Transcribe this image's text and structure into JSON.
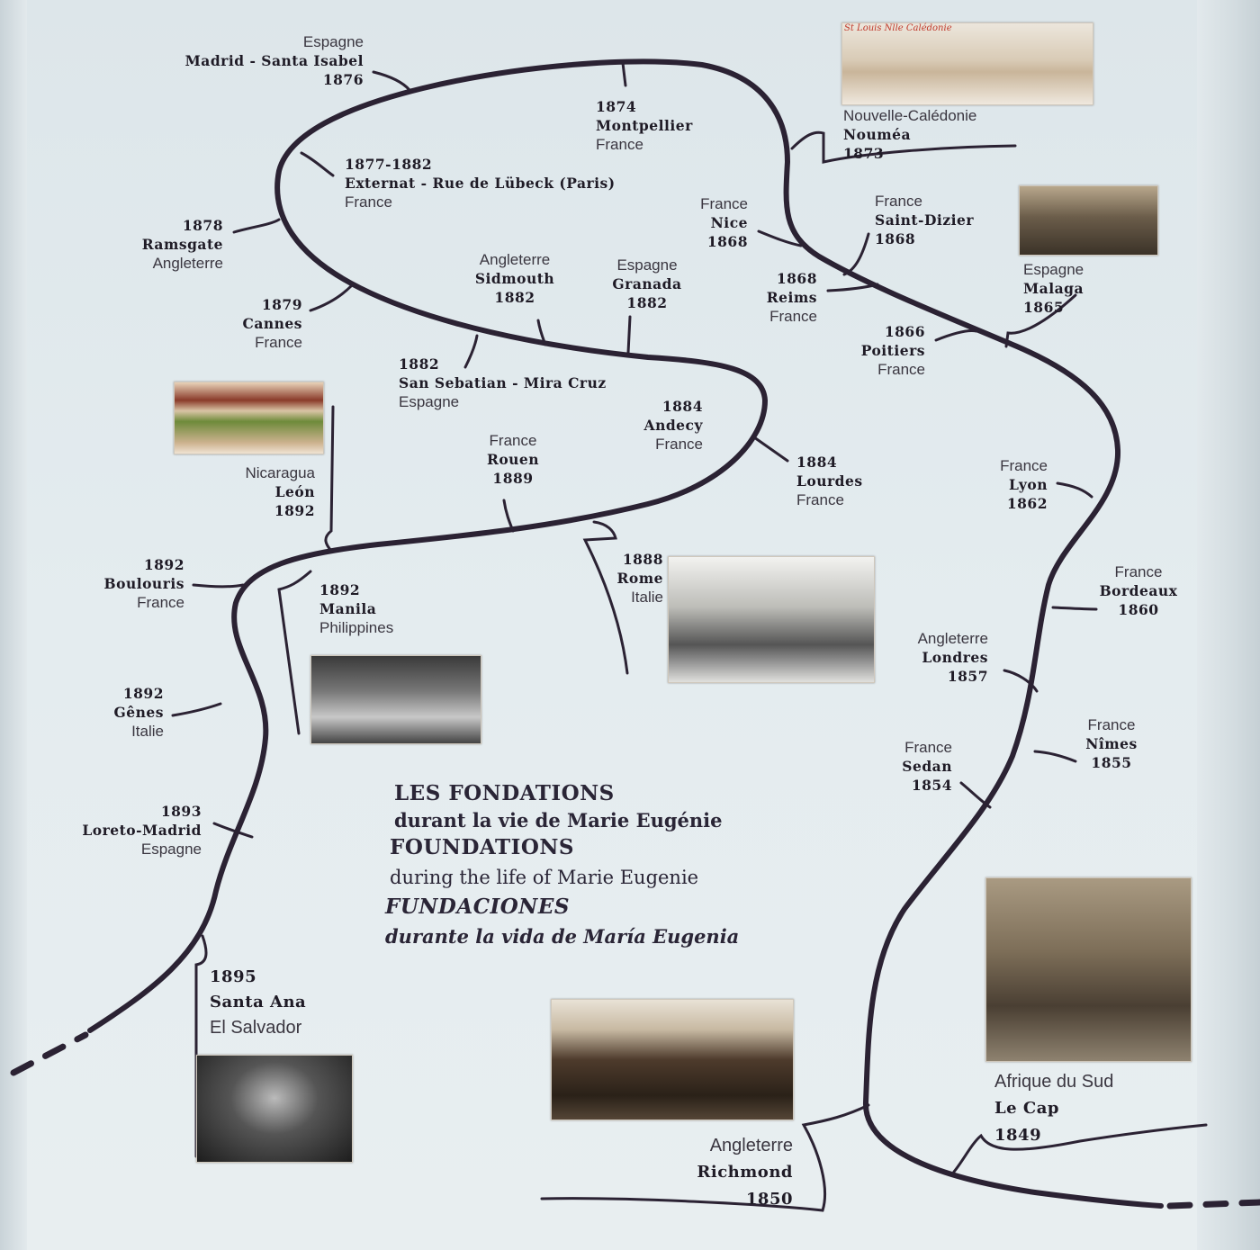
{
  "title": {
    "fr_heading": "LES FONDATIONS",
    "fr_sub": "durant la vie de Marie Eugénie",
    "en_heading": "FOUNDATIONS",
    "en_sub": "during the life of Marie Eugenie",
    "es_heading": "FUNDACIONES",
    "es_sub": "durante la vida de María Eugenia"
  },
  "colors": {
    "path": "#2b2233",
    "background": "#e3eaed",
    "text": "#2a2530"
  },
  "foundations": [
    {
      "country": "Espagne",
      "name": "Madrid - Santa Isabel",
      "year": "1876"
    },
    {
      "country": "France",
      "name": "Montpellier",
      "year": "1874"
    },
    {
      "country": "Nouvelle-Calédonie",
      "name": "Nouméa",
      "year": "1873"
    },
    {
      "country": "France",
      "name": "Externat - Rue de Lübeck (Paris)",
      "year": "1877-1882"
    },
    {
      "country": "Angleterre",
      "name": "Ramsgate",
      "year": "1878"
    },
    {
      "country": "France",
      "name": "Nice",
      "year": "1868"
    },
    {
      "country": "France",
      "name": "Saint-Dizier",
      "year": "1868"
    },
    {
      "country": "Espagne",
      "name": "Malaga",
      "year": "1865"
    },
    {
      "country": "France",
      "name": "Reims",
      "year": "1868"
    },
    {
      "country": "Angleterre",
      "name": "Sidmouth",
      "year": "1882"
    },
    {
      "country": "Espagne",
      "name": "Granada",
      "year": "1882"
    },
    {
      "country": "France",
      "name": "Cannes",
      "year": "1879"
    },
    {
      "country": "France",
      "name": "Poitiers",
      "year": "1866"
    },
    {
      "country": "Espagne",
      "name": "San Sebatian - Mira Cruz",
      "year": "1882"
    },
    {
      "country": "France",
      "name": "Andecy",
      "year": "1884"
    },
    {
      "country": "France",
      "name": "Rouen",
      "year": "1889"
    },
    {
      "country": "France",
      "name": "Lourdes",
      "year": "1884"
    },
    {
      "country": "France",
      "name": "Lyon",
      "year": "1862"
    },
    {
      "country": "Nicaragua",
      "name": "León",
      "year": "1892"
    },
    {
      "country": "France",
      "name": "Boulouris",
      "year": "1892"
    },
    {
      "country": "Italie",
      "name": "Rome",
      "year": "1888"
    },
    {
      "country": "Philippines",
      "name": "Manila",
      "year": "1892"
    },
    {
      "country": "France",
      "name": "Bordeaux",
      "year": "1860"
    },
    {
      "country": "Angleterre",
      "name": "Londres",
      "year": "1857"
    },
    {
      "country": "Italie",
      "name": "Gênes",
      "year": "1892"
    },
    {
      "country": "France",
      "name": "Nîmes",
      "year": "1855"
    },
    {
      "country": "France",
      "name": "Sedan",
      "year": "1854"
    },
    {
      "country": "Espagne",
      "name": "Loreto-Madrid",
      "year": "1893"
    },
    {
      "country": "El Salvador",
      "name": "Santa Ana",
      "year": "1895"
    },
    {
      "country": "Angleterre",
      "name": "Richmond",
      "year": "1850"
    },
    {
      "country": "Afrique du Sud",
      "name": "Le Cap",
      "year": "1849"
    }
  ],
  "photos": [
    {
      "place": "Nouméa",
      "caption": "St Louis Nlle Calédonie"
    },
    {
      "place": "Malaga"
    },
    {
      "place": "León"
    },
    {
      "place": "Rome"
    },
    {
      "place": "Manila"
    },
    {
      "place": "Santa Ana"
    },
    {
      "place": "Richmond"
    },
    {
      "place": "Le Cap"
    }
  ]
}
